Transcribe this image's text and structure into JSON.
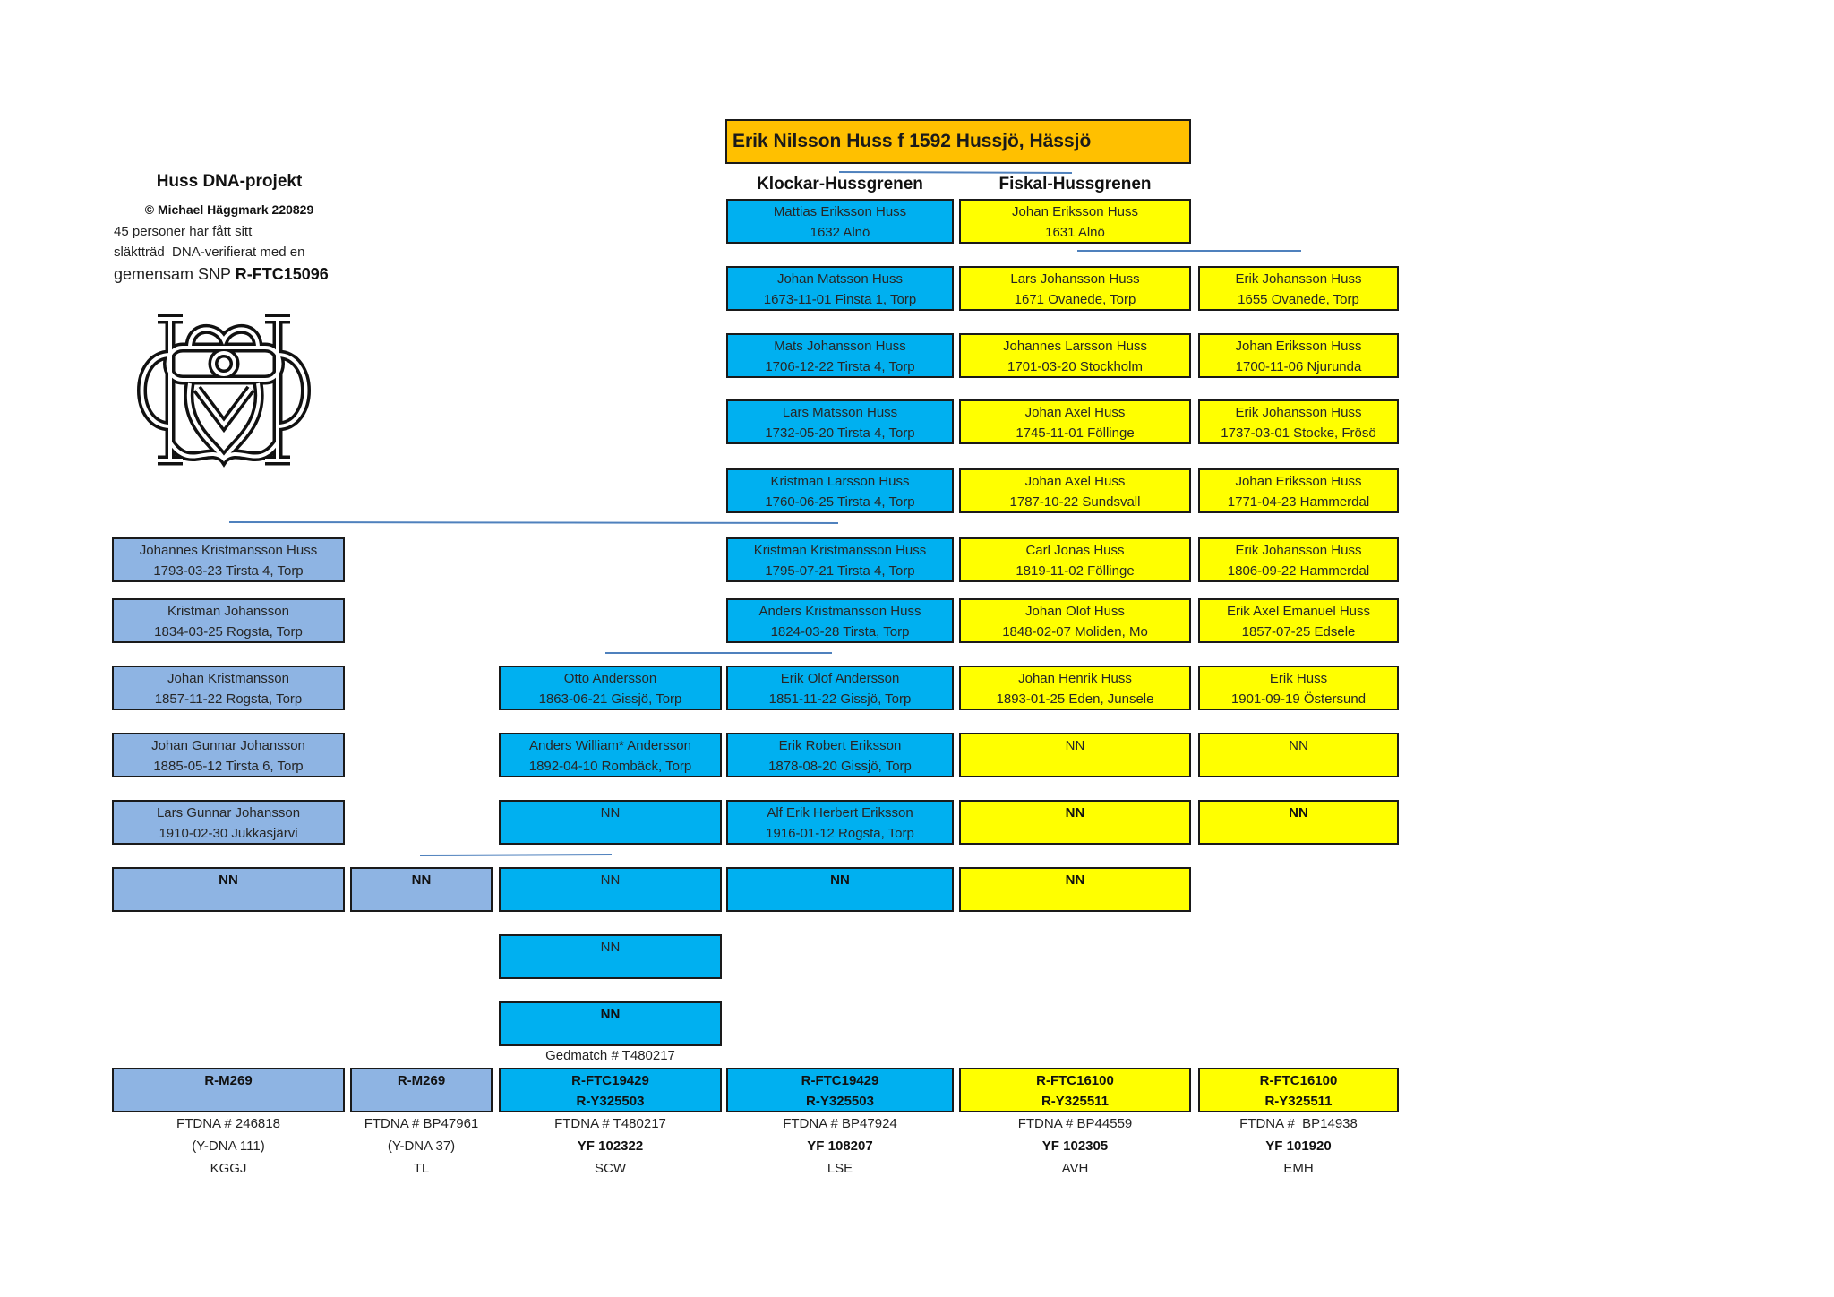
{
  "project": {
    "title": "Huss DNA-projekt",
    "copyright": "© Michael Häggmark 220829",
    "line1": "45 personer har fått sitt",
    "line2": "släktträd  DNA-verifierat med en",
    "line3": "gemensam SNP ",
    "snp": "R-FTC15096",
    "logo_icon": "huss-monogram-logo"
  },
  "root": "Erik Nilsson Huss f 1592 Hussjö, Hässjö",
  "branches": {
    "klockar": "Klockar-Hussgrenen",
    "fiskal": "Fiskal-Hussgrenen"
  },
  "colors": {
    "root": "#FFC000",
    "light_blue": "#8EB4E3",
    "blue": "#00B0F0",
    "yellow": "#FFFF00",
    "connector": "#4F81BD"
  },
  "tree": {
    "A": {
      "r6": {
        "name": "Johannes Kristmansson Huss",
        "birth": "1793-03-23 Tirsta 4, Torp"
      },
      "r7": {
        "name": "Kristman Johansson",
        "birth": "1834-03-25 Rogsta, Torp"
      },
      "r8": {
        "name": "Johan Kristmansson",
        "birth": "1857-11-22 Rogsta, Torp"
      },
      "r9": {
        "name": "Johan Gunnar Johansson",
        "birth": "1885-05-12 Tirsta 6, Torp"
      },
      "r10": {
        "name": "Lars Gunnar Johansson",
        "birth": "1910-02-30 Jukkasjärvi"
      },
      "r11": {
        "name": "NN"
      }
    },
    "B": {
      "r11": {
        "name": "NN"
      }
    },
    "C": {
      "r8": {
        "name": "Otto Andersson",
        "birth": "1863-06-21 Gissjö, Torp"
      },
      "r9": {
        "name": "Anders William* Andersson",
        "birth": "1892-04-10 Rombäck, Torp"
      },
      "r10": {
        "name": "NN"
      },
      "r11": {
        "name": "NN"
      },
      "r12": {
        "name": "NN"
      },
      "r13": {
        "name": "NN"
      }
    },
    "D": {
      "r1": {
        "name": "Mattias Eriksson Huss",
        "birth": "1632 Alnö"
      },
      "r2": {
        "name": "Johan Matsson Huss",
        "birth": "1673-11-01 Finsta 1, Torp"
      },
      "r3": {
        "name": "Mats Johansson Huss",
        "birth": "1706-12-22 Tirsta 4, Torp"
      },
      "r4": {
        "name": "Lars Matsson Huss",
        "birth": "1732-05-20 Tirsta 4, Torp"
      },
      "r5": {
        "name": "Kristman Larsson Huss",
        "birth": "1760-06-25 Tirsta 4, Torp"
      },
      "r6": {
        "name": "Kristman Kristmansson Huss",
        "birth": "1795-07-21 Tirsta 4, Torp"
      },
      "r7": {
        "name": "Anders Kristmansson Huss",
        "birth": "1824-03-28 Tirsta, Torp"
      },
      "r8": {
        "name": "Erik Olof Andersson",
        "birth": "1851-11-22 Gissjö, Torp"
      },
      "r9": {
        "name": "Erik Robert Eriksson",
        "birth": "1878-08-20 Gissjö, Torp"
      },
      "r10": {
        "name": "Alf Erik Herbert Eriksson",
        "birth": "1916-01-12 Rogsta, Torp"
      },
      "r11": {
        "name": "NN"
      }
    },
    "E": {
      "r1": {
        "name": "Johan Eriksson Huss",
        "birth": "1631 Alnö"
      },
      "r2": {
        "name": "Lars Johansson Huss",
        "birth": "1671 Ovanede, Torp"
      },
      "r3": {
        "name": "Johannes Larsson Huss",
        "birth": "1701-03-20 Stockholm"
      },
      "r4": {
        "name": "Johan Axel Huss",
        "birth": "1745-11-01 Föllinge"
      },
      "r5": {
        "name": "Johan Axel Huss",
        "birth": "1787-10-22 Sundsvall"
      },
      "r6": {
        "name": "Carl Jonas Huss",
        "birth": "1819-11-02 Föllinge"
      },
      "r7": {
        "name": "Johan Olof Huss",
        "birth": "1848-02-07 Moliden, Mo"
      },
      "r8": {
        "name": "Johan Henrik Huss",
        "birth": "1893-01-25 Eden, Junsele"
      },
      "r9": {
        "name": "NN"
      },
      "r10": {
        "name": "NN"
      },
      "r11": {
        "name": "NN"
      }
    },
    "F": {
      "r2": {
        "name": "Erik Johansson Huss",
        "birth": "1655 Ovanede, Torp"
      },
      "r3": {
        "name": "Johan Eriksson Huss",
        "birth": "1700-11-06 Njurunda"
      },
      "r4": {
        "name": "Erik Johansson Huss",
        "birth": "1737-03-01 Stocke, Frösö"
      },
      "r5": {
        "name": "Johan Eriksson Huss",
        "birth": "1771-04-23 Hammerdal"
      },
      "r6": {
        "name": "Erik Johansson Huss",
        "birth": "1806-09-22 Hammerdal"
      },
      "r7": {
        "name": "Erik Axel Emanuel Huss",
        "birth": "1857-07-25 Edsele"
      },
      "r8": {
        "name": "Erik Huss",
        "birth": "1901-09-19 Östersund"
      },
      "r9": {
        "name": "NN"
      },
      "r10": {
        "name": "NN"
      }
    }
  },
  "haplogroups": {
    "A": {
      "snp1": "R-M269"
    },
    "B": {
      "snp1": "R-M269"
    },
    "C": {
      "snp1": "R-FTC19429",
      "snp2": "R-Y325503"
    },
    "D": {
      "snp1": "R-FTC19429",
      "snp2": "R-Y325503"
    },
    "E": {
      "snp1": "R-FTC16100",
      "snp2": "R-Y325511"
    },
    "F": {
      "snp1": "R-FTC16100",
      "snp2": "R-Y325511"
    }
  },
  "gedmatch": "Gedmatch # T480217",
  "kits": {
    "A": {
      "ftdna": "FTDNA # 246818",
      "extra": "(Y-DNA 111)",
      "initials": "KGGJ"
    },
    "B": {
      "ftdna": "FTDNA # BP47961",
      "extra": "(Y-DNA 37)",
      "initials": "TL"
    },
    "C": {
      "ftdna": "FTDNA # T480217",
      "extra": "YF 102322",
      "initials": "SCW"
    },
    "D": {
      "ftdna": "FTDNA # BP47924",
      "extra": "YF 108207",
      "initials": "LSE"
    },
    "E": {
      "ftdna": "FTDNA # BP44559",
      "extra": "YF 102305",
      "initials": "AVH"
    },
    "F": {
      "ftdna": "FTDNA #  BP14938",
      "extra": "YF 101920",
      "initials": "EMH"
    }
  }
}
